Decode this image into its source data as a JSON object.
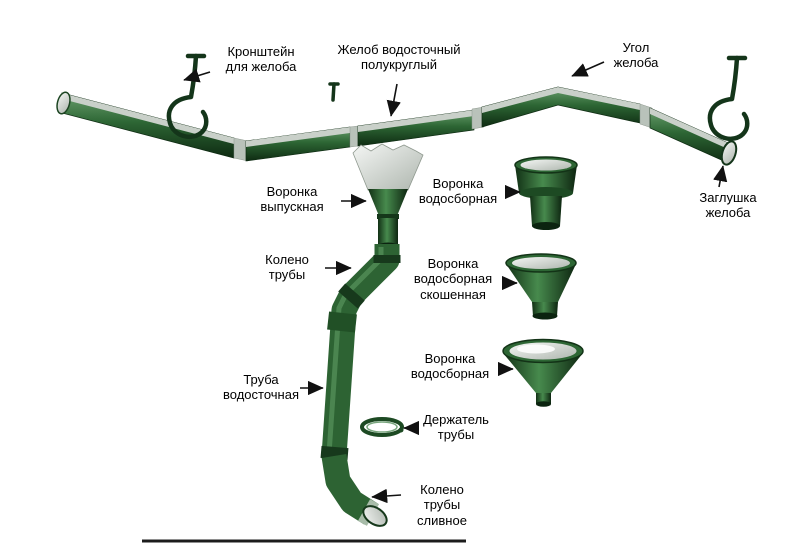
{
  "diagram": {
    "labels": {
      "bracket": "Кронштейн\nдля желоба",
      "gutter": "Желоб водосточный\nполукруглый",
      "corner": "Угол\nжелоба",
      "end_cap": "Заглушка\nжелоба",
      "outlet_funnel": "Воронка\nвыпускная",
      "collector_funnel": "Воронка\nводосборная",
      "pipe_elbow": "Колено\nтрубы",
      "collector_funnel_beveled": "Воронка\nводосборная\nскошенная",
      "downpipe": "Труба\nводосточная",
      "collector_funnel_conical": "Воронка\nводосборная",
      "pipe_holder": "Держатель\nтрубы",
      "drain_elbow": "Колено\nтрубы\nсливное"
    },
    "colors": {
      "part_green_dark": "#0e2b12",
      "part_green": "#2d6634",
      "part_green_light": "#6aa06e",
      "inner_gray": "#d7dcd7",
      "annotation": "#111111",
      "background": "#ffffff"
    }
  }
}
